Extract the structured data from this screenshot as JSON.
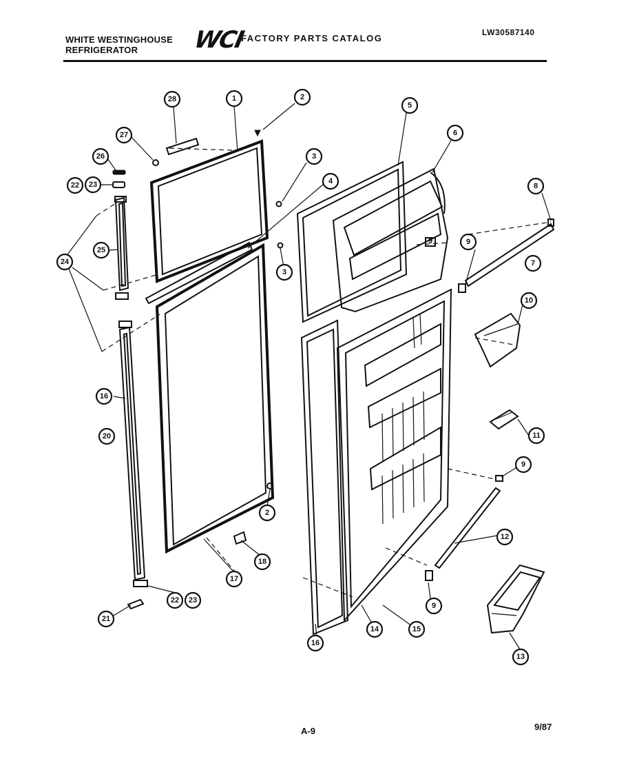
{
  "header": {
    "brand_line1": "WHITE WESTINGHOUSE",
    "brand_line2": "REFRIGERATOR",
    "logo": "WCI",
    "catalog_title": "FACTORY PARTS CATALOG",
    "model_number": "LW30587140"
  },
  "footer": {
    "page_label": "A-9",
    "date": "9/87"
  },
  "callouts": [
    "1",
    "2",
    "2",
    "3",
    "3",
    "4",
    "5",
    "6",
    "7",
    "8",
    "9",
    "9",
    "9",
    "9",
    "10",
    "11",
    "12",
    "13",
    "14",
    "15",
    "16",
    "16",
    "17",
    "18",
    "20",
    "21",
    "22",
    "23",
    "22",
    "23",
    "24",
    "25",
    "26",
    "27",
    "28"
  ]
}
